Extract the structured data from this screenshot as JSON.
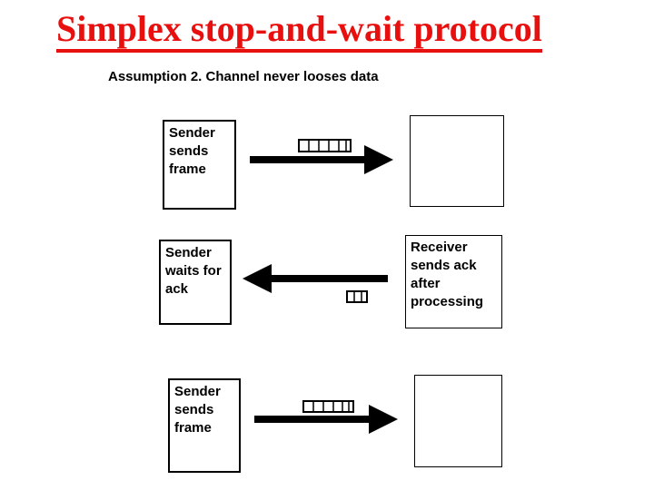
{
  "slide": {
    "title": "Simplex stop-and-wait protocol",
    "subtitle": "Assumption 2. Channel never looses data",
    "colors": {
      "title_red": "#e8100f",
      "ink": "#000000",
      "background": "#ffffff"
    },
    "diagram": {
      "rows": [
        {
          "sender_label": "Sender\nsends\nframe",
          "receiver_label": "",
          "arrow_direction": "right",
          "packet_icon": "frame-segments-icon"
        },
        {
          "sender_label": "Sender\nwaits for\nack",
          "receiver_label": "Receiver\nsends ack\nafter\nprocessing",
          "arrow_direction": "left",
          "packet_icon": "ack-segments-icon"
        },
        {
          "sender_label": "Sender\nsends\nframe",
          "receiver_label": "",
          "arrow_direction": "right",
          "packet_icon": "frame-segments-icon"
        }
      ]
    }
  }
}
